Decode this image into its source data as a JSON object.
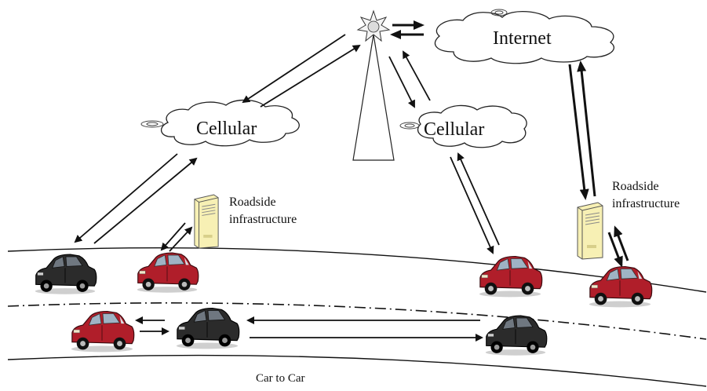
{
  "labels": {
    "internet": "Internet",
    "cellular_left": "Cellular",
    "cellular_right": "Cellular",
    "roadside_left_line1": "Roadside",
    "roadside_left_line2": "infrastructure",
    "roadside_right_line1": "Roadside",
    "roadside_right_line2": "infrastructure",
    "caption": "Car to Car"
  },
  "colors": {
    "red_car": "#b01e2a",
    "black_car": "#2b2b2b",
    "server": "#f7f0b4"
  }
}
